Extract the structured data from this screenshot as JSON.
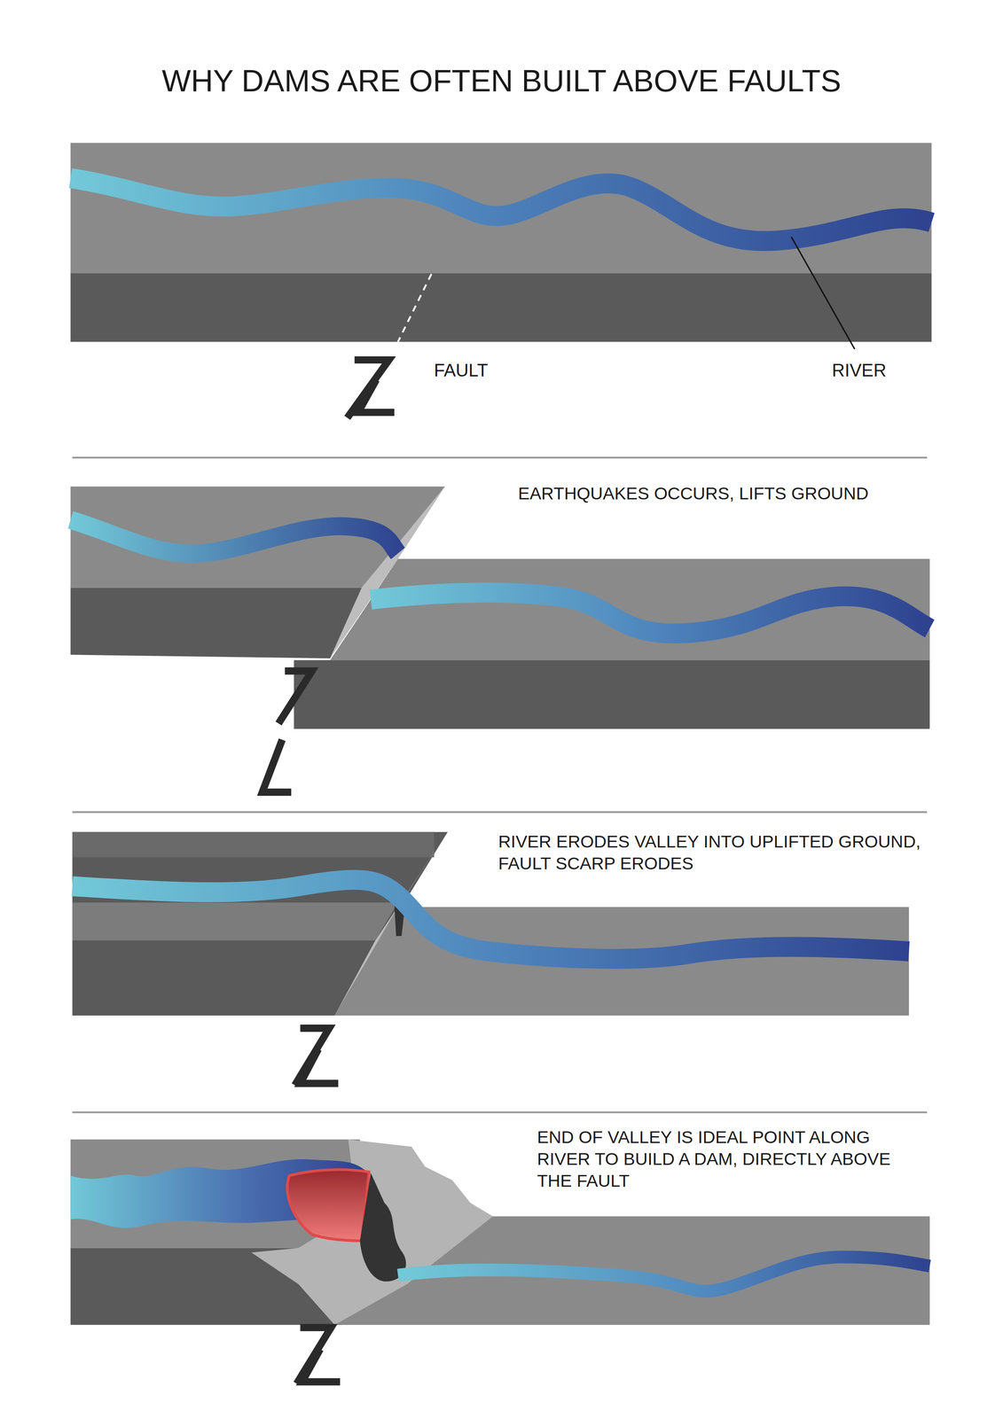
{
  "diagram": {
    "title": "WHY DAMS ARE OFTEN BUILT ABOVE FAULTS",
    "labels": [
      "FAULT",
      "RIVER",
      "EARTHQUAKES OCCURS, LIFTS GROUND",
      "RIVER ERODES VALLEY INTO UPLIFTED GROUND, FAULT SCARP ERODES",
      "END OF VALLEY IS IDEAL POINT ALONG RIVER TO BUILD A DAM, DIRECTLY ABOVE THE FAULT"
    ]
  }
}
